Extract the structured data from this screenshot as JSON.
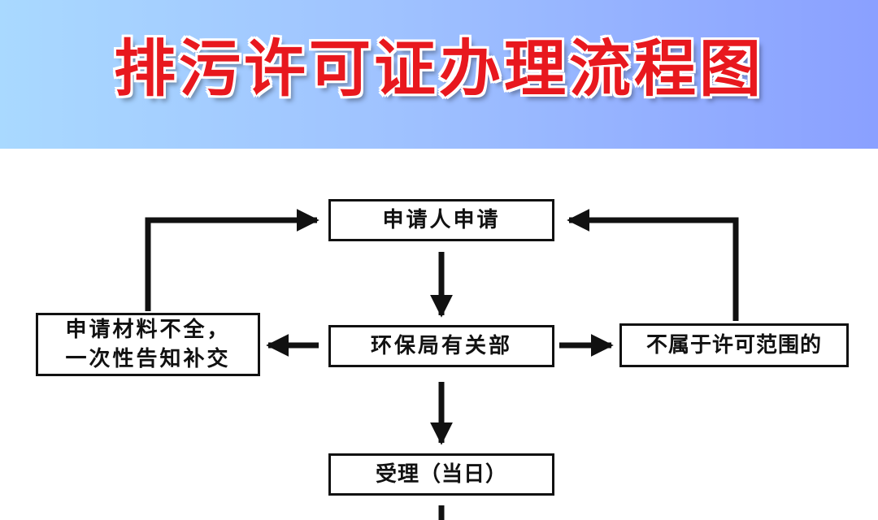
{
  "title": "排污许可证办理流程图",
  "nodes": {
    "apply": "申请人申请",
    "epb": "环保局有关部",
    "incomplete_line1": "申请材料不全，",
    "incomplete_line2": "一次性告知补交",
    "out_of_scope": "不属于许可范围的",
    "accept": "受理（当日）"
  },
  "colors": {
    "title": "#e8181e",
    "banner_start": "#a9d9ff",
    "banner_end": "#8aa0ff",
    "line": "#111111"
  }
}
